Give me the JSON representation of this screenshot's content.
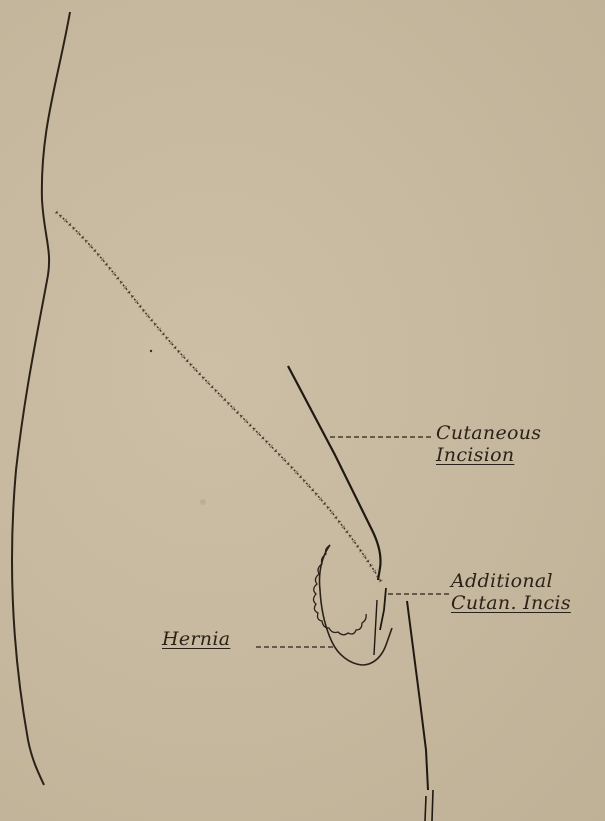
{
  "labels": {
    "cutaneous": {
      "line1": "Cutaneous",
      "line2": "Incision"
    },
    "additional": {
      "line1": "Additional",
      "line2": "Cutan. Incis"
    },
    "hernia": "Hernia"
  },
  "colors": {
    "paper": "#c7b9a0",
    "ink": "#2a2219"
  }
}
